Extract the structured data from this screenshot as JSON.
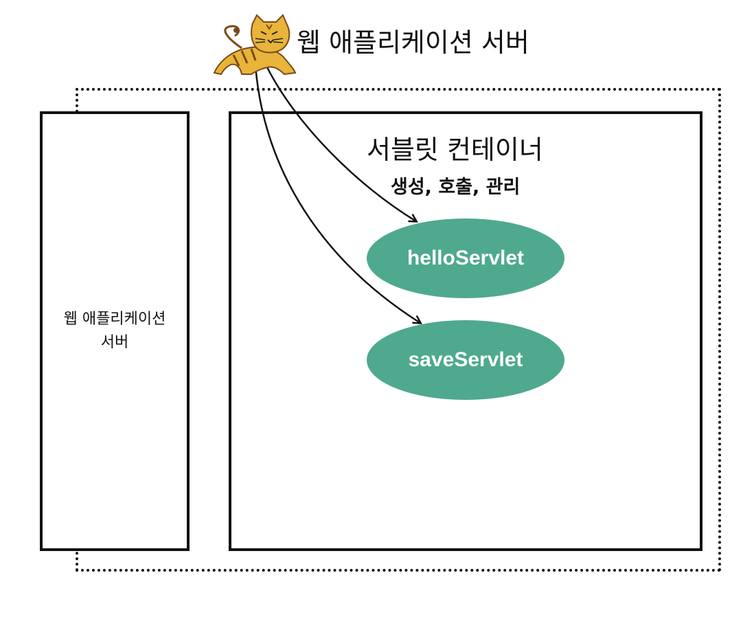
{
  "header": {
    "title": "웹 애플리케이션 서버",
    "logo_icon": "tomcat-icon"
  },
  "left_box": {
    "label": "웹 애플리케이션\n서버"
  },
  "servlet_container": {
    "title": "서블릿 컨테이너",
    "subtitle": "생성, 호출, 관리",
    "servlets": [
      {
        "name": "helloServlet"
      },
      {
        "name": "saveServlet"
      }
    ]
  },
  "colors": {
    "servlet_fill": "#4ea98f",
    "servlet_text": "#ffffff",
    "tomcat_yellow": "#e8b43a",
    "tomcat_brown": "#7a4a17",
    "stroke": "#111111"
  }
}
